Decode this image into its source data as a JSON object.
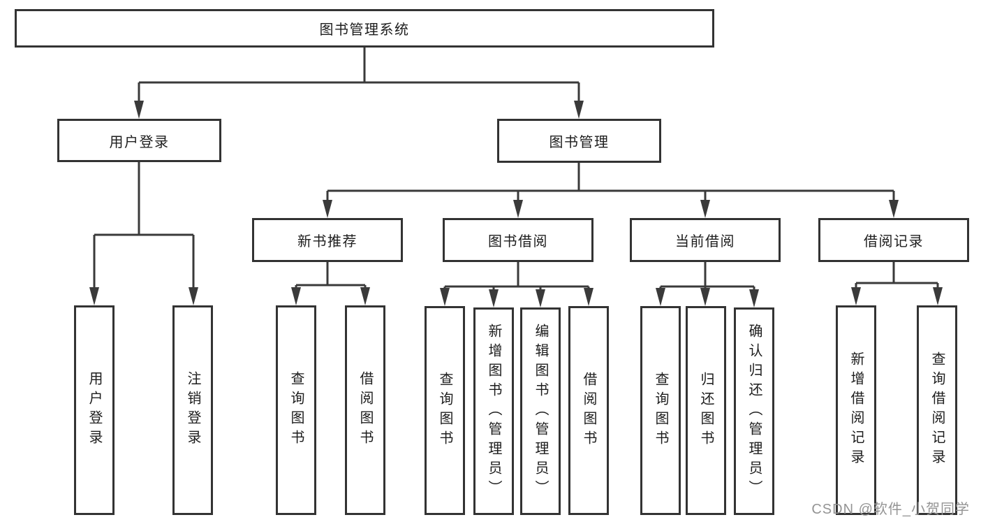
{
  "root": {
    "label": "图书管理系统"
  },
  "branches": [
    {
      "label": "用户登录",
      "children": [
        {
          "label": "用户登录"
        },
        {
          "label": "注销登录"
        }
      ]
    },
    {
      "label": "图书管理",
      "children": [
        {
          "label": "新书推荐",
          "children": [
            {
              "label": "查询图书"
            },
            {
              "label": "借阅图书"
            }
          ]
        },
        {
          "label": "图书借阅",
          "children": [
            {
              "label": "查询图书"
            },
            {
              "label": "新增图书（管理员）"
            },
            {
              "label": "编辑图书（管理员）"
            },
            {
              "label": "借阅图书"
            }
          ]
        },
        {
          "label": "当前借阅",
          "children": [
            {
              "label": "查询图书"
            },
            {
              "label": "归还图书"
            },
            {
              "label": "确认归还（管理员）"
            }
          ]
        },
        {
          "label": "借阅记录",
          "children": [
            {
              "label": "新增借阅记录"
            },
            {
              "label": "查询借阅记录"
            }
          ]
        }
      ]
    }
  ],
  "watermark": "CSDN @软件_小贺同学",
  "colors": {
    "line": "#3a3a3a",
    "box_border": "#333333",
    "text": "#1d1d1d",
    "watermark": "#949494",
    "background": "#ffffff"
  }
}
